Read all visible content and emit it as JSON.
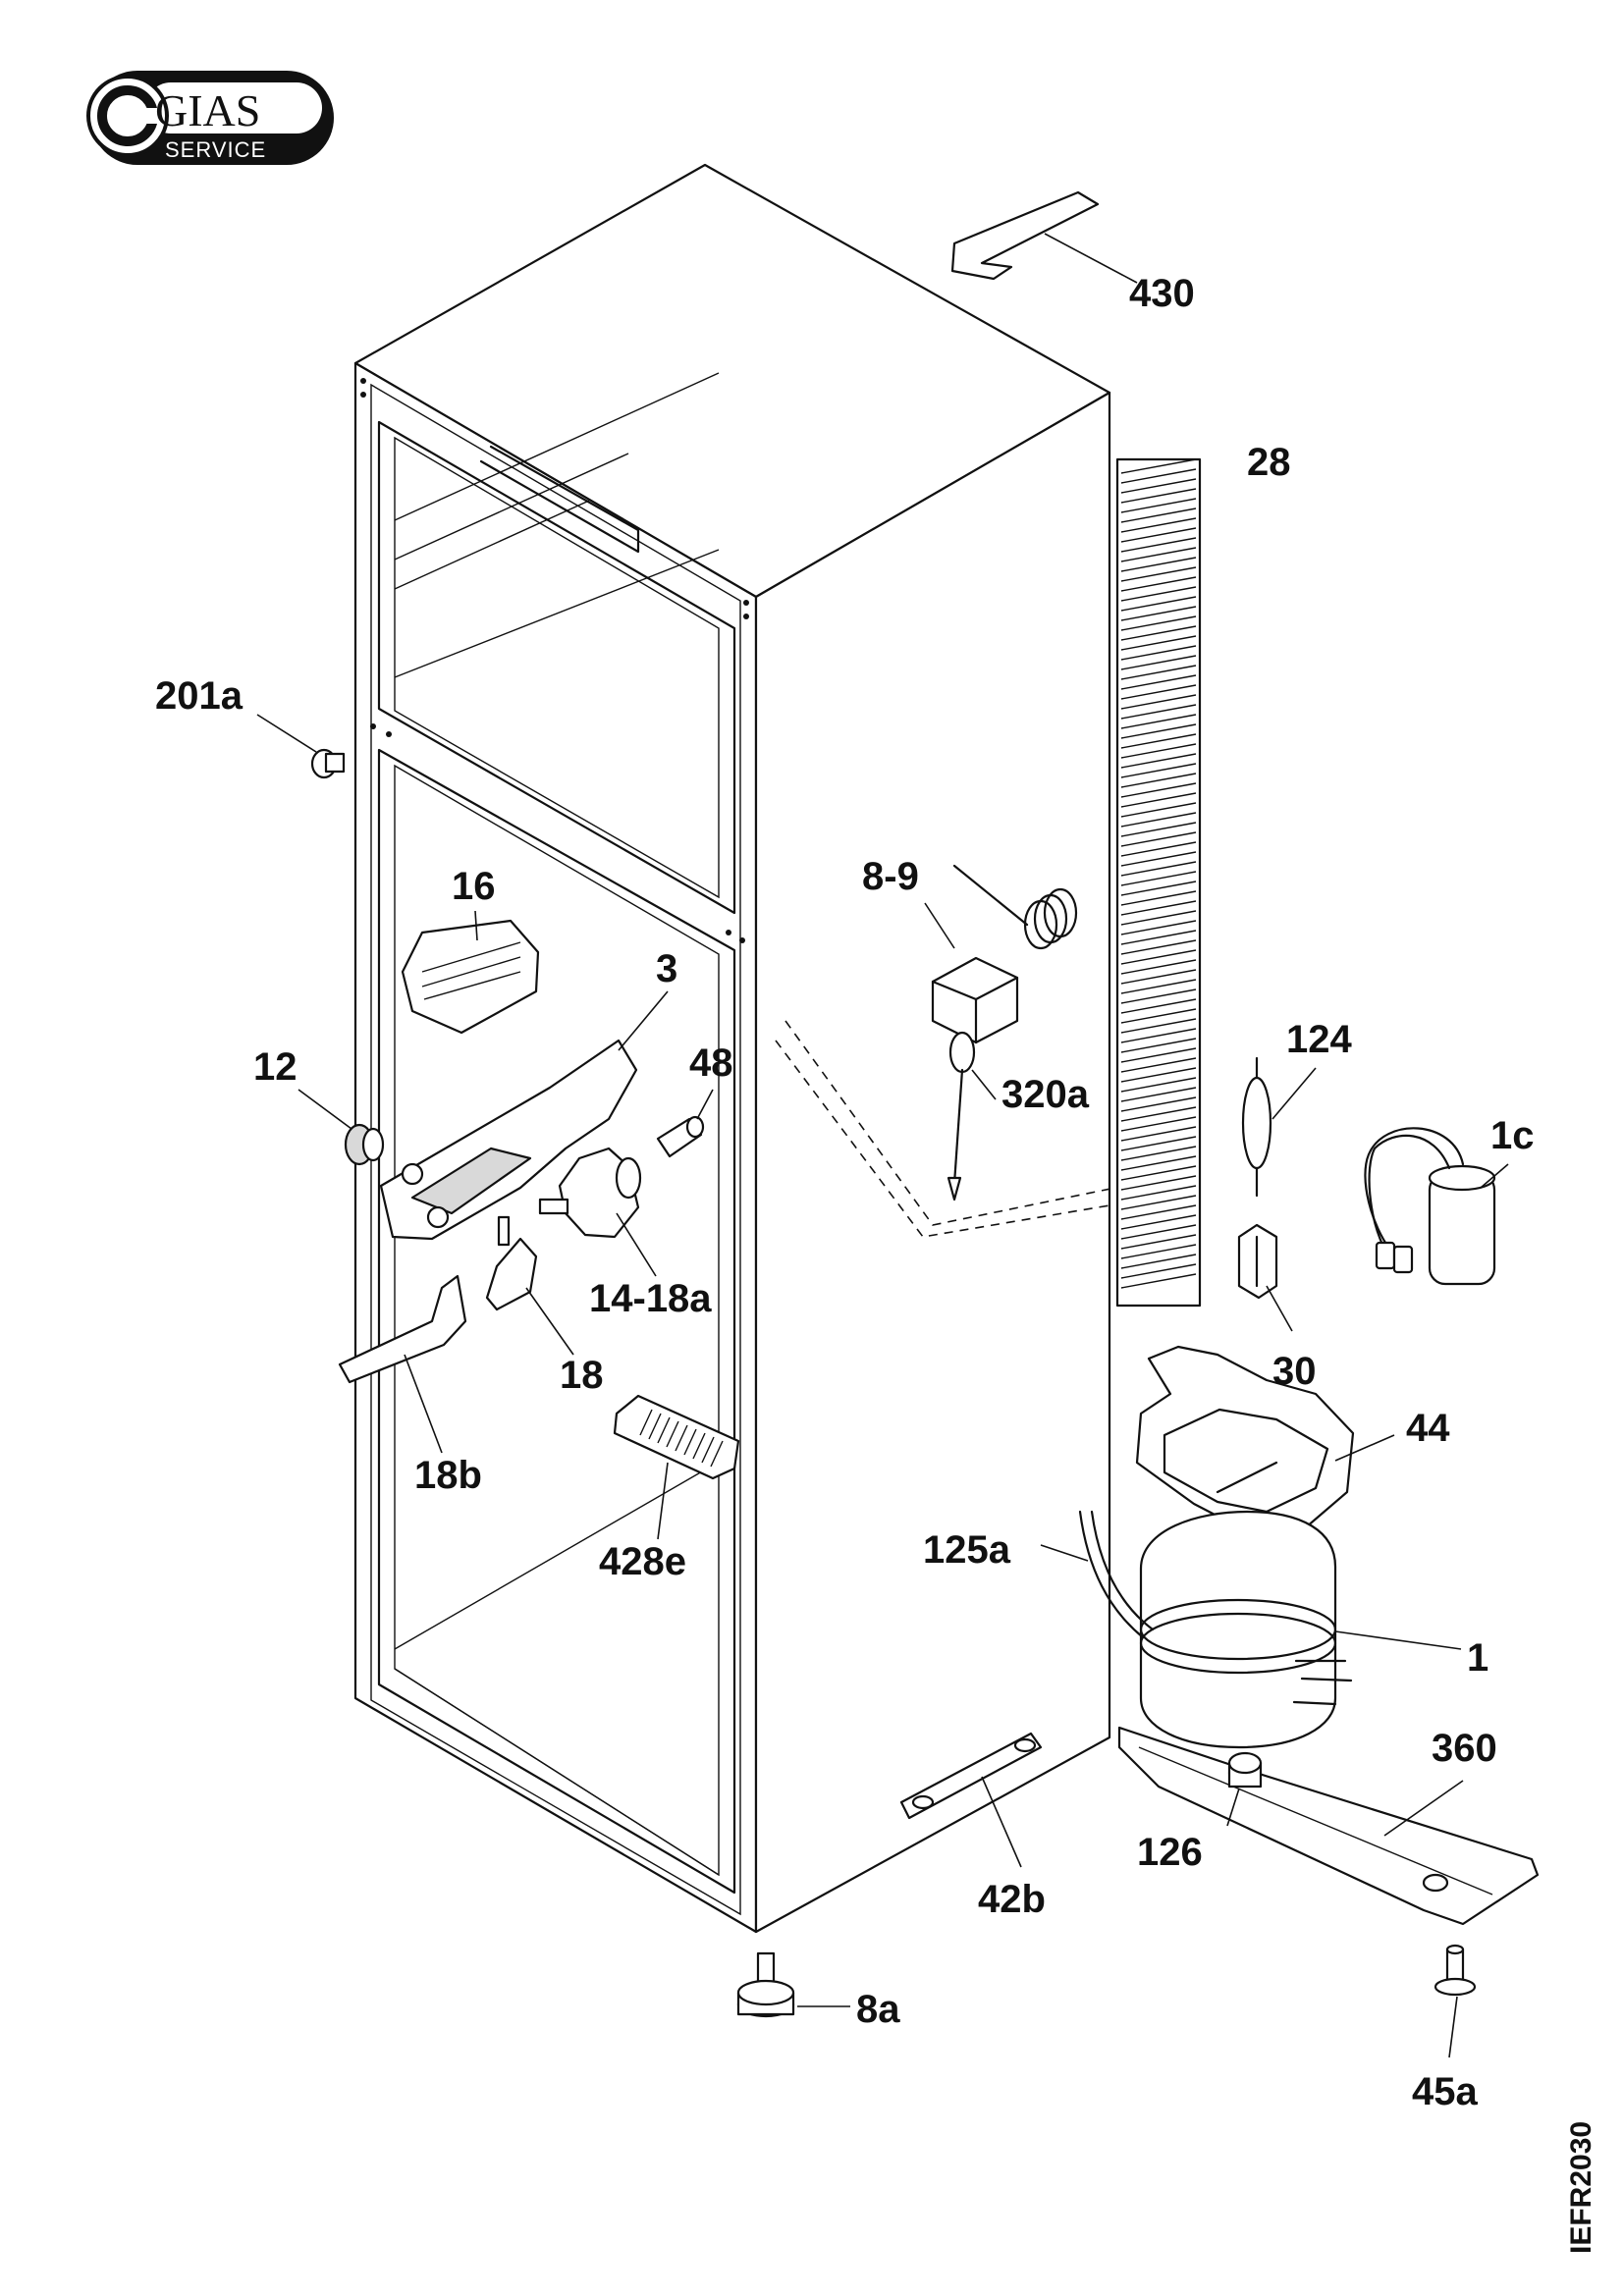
{
  "logo": {
    "brand": "GIAS",
    "subtitle": "SERVICE"
  },
  "drawing_code": "IEFR2030",
  "parts": {
    "p430": "430",
    "p28": "28",
    "p201a": "201a",
    "p16": "16",
    "p3": "3",
    "p12": "12",
    "p48": "48",
    "p14_18a": "14-18a",
    "p18": "18",
    "p18b": "18b",
    "p428e": "428e",
    "p8_9": "8-9",
    "p320a": "320a",
    "p124": "124",
    "p1c": "1c",
    "p30": "30",
    "p44": "44",
    "p125a": "125a",
    "p1": "1",
    "p360": "360",
    "p126": "126",
    "p42b": "42b",
    "p8a": "8a",
    "p45a": "45a"
  }
}
